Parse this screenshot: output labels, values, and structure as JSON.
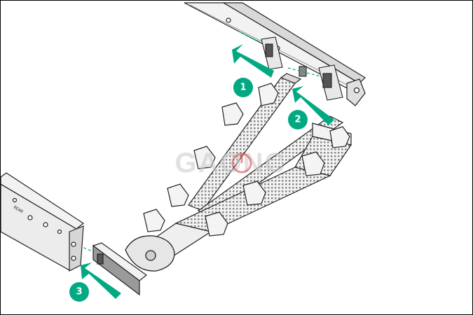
{
  "steps": [
    {
      "id": 1,
      "label": "1"
    },
    {
      "id": 2,
      "label": "2"
    },
    {
      "id": 3,
      "label": "3"
    }
  ],
  "rail_label": "REAR",
  "watermark": "GAONC",
  "colors": {
    "accent": "#01a982",
    "outline": "#222222",
    "fill_light": "#f2f2f2",
    "fill_mid": "#d9d9d9",
    "fill_dark": "#9a9a9a",
    "watermark_red": "#e05050"
  }
}
